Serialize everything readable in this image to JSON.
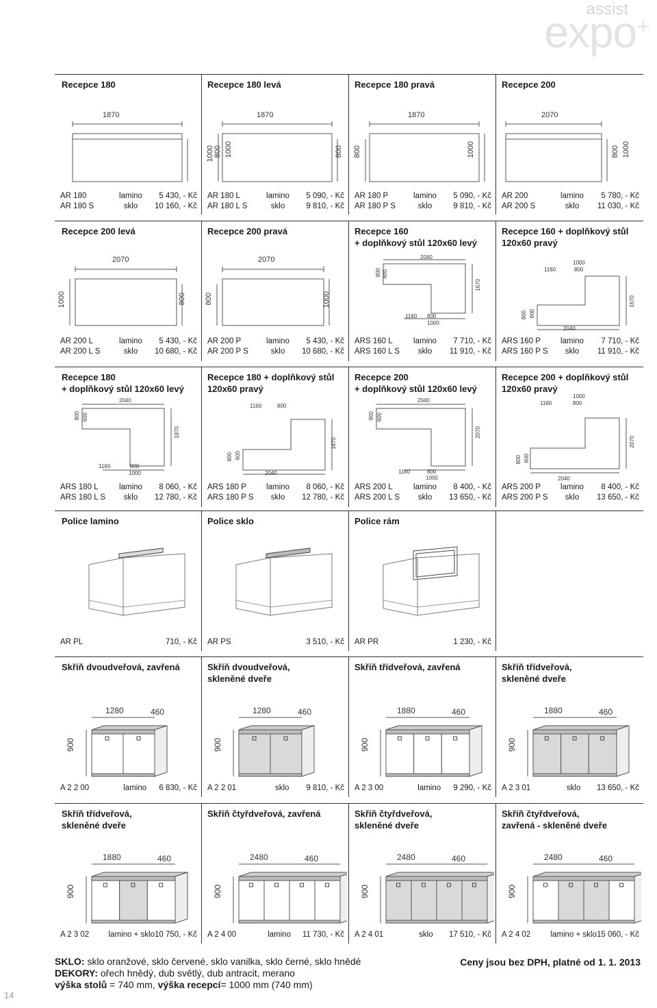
{
  "logo": {
    "assist": "assist",
    "expo": "expo",
    "plus": "+"
  },
  "row1": [
    {
      "title": "Recepce 180",
      "width": "1870",
      "h1": "800",
      "h2": "1000",
      "prices": [
        [
          "AR 180",
          "lamino",
          "5 430, - Kč"
        ],
        [
          "AR 180 S",
          "sklo",
          "10 160, - Kč"
        ]
      ]
    },
    {
      "title": "Recepce 180 levá",
      "width": "1870",
      "h1": "1000",
      "h2": "800",
      "prices": [
        [
          "AR 180 L",
          "lamino",
          "5 090, - Kč"
        ],
        [
          "AR 180 L S",
          "sklo",
          "9 810, - Kč"
        ]
      ]
    },
    {
      "title": "Recepce 180 pravá",
      "width": "1870",
      "h1": "800",
      "h2": "1000",
      "prices": [
        [
          "AR 180 P",
          "lamino",
          "5 090, - Kč"
        ],
        [
          "AR 180 P S",
          "sklo",
          "9 810, - Kč"
        ]
      ]
    },
    {
      "title": "Recepce 200",
      "width": "2070",
      "h1": "800",
      "h2": "1000",
      "prices": [
        [
          "AR 200",
          "lamino",
          "5 780, - Kč"
        ],
        [
          "AR 200 S",
          "sklo",
          "11 030, - Kč"
        ]
      ]
    }
  ],
  "row2": [
    {
      "title": "Recepce 200 levá",
      "width": "2070",
      "h1": "1000",
      "h2": "800",
      "prices": [
        [
          "AR 200 L",
          "lamino",
          "5 430, - Kč"
        ],
        [
          "AR 200 L S",
          "sklo",
          "10 680, - Kč"
        ]
      ]
    },
    {
      "title": "Recepce 200 pravá",
      "width": "2070",
      "h1": "800",
      "h2": "1000",
      "prices": [
        [
          "AR 200 P",
          "lamino",
          "5 430, - Kč"
        ],
        [
          "AR 200 P S",
          "sklo",
          "10 680, - Kč"
        ]
      ]
    },
    {
      "title": "Recepce 160\n+ doplňkový stůl 120x60 levý",
      "dims": [
        "2040",
        "800",
        "600",
        "1670",
        "1160",
        "800",
        "1000"
      ],
      "prices": [
        [
          "ARS 160 L",
          "lamino",
          "7 710, - Kč"
        ],
        [
          "ARS 160 L S",
          "sklo",
          "11 910, - Kč"
        ]
      ]
    },
    {
      "title": "Recepce 160 + doplňkový stůl\n120x60 pravý",
      "dims": [
        "1000",
        "1160",
        "800",
        "1670",
        "800",
        "600",
        "2040"
      ],
      "prices": [
        [
          "ARS 160 P",
          "lamino",
          "7 710, - Kč"
        ],
        [
          "ARS 160 P S",
          "sklo",
          "11 910, - Kč"
        ]
      ]
    }
  ],
  "row3": [
    {
      "title": "Recepce 180\n+ doplňkový stůl 120x60 levý",
      "dims": [
        "2040",
        "800",
        "600",
        "1870",
        "1160",
        "800",
        "1000"
      ],
      "prices": [
        [
          "ARS 180 L",
          "lamino",
          "8 060, - Kč"
        ],
        [
          "ARS 180 L S",
          "sklo",
          "12 780, - Kč"
        ]
      ]
    },
    {
      "title": "Recepce 180 + doplňkový stůl\n120x60 pravý",
      "dims": [
        "1160",
        "800",
        "1870",
        "800",
        "600",
        "2040"
      ],
      "prices": [
        [
          "ARS 180 P",
          "lamino",
          "8 060, - Kč"
        ],
        [
          "ARS 180 P S",
          "sklo",
          "12 780, - Kč"
        ]
      ]
    },
    {
      "title": "Recepce 200\n+ doplňkový stůl 120x60 levý",
      "dims": [
        "2040",
        "800",
        "600",
        "2070",
        "1160",
        "800",
        "1000"
      ],
      "prices": [
        [
          "ARS 200 L",
          "lamino",
          "8 400, - Kč"
        ],
        [
          "ARS 200 L S",
          "sklo",
          "13 650, - Kč"
        ]
      ]
    },
    {
      "title": "Recepce 200 + doplňkový stůl\n120x60 pravý",
      "dims": [
        "1000",
        "1160",
        "800",
        "2070",
        "800",
        "600",
        "2040"
      ],
      "prices": [
        [
          "ARS 200 P",
          "lamino",
          "8 400, - Kč"
        ],
        [
          "ARS 200 P S",
          "sklo",
          "13 650, - Kč"
        ]
      ]
    }
  ],
  "row4": [
    {
      "title": "Police lamino",
      "prices": [
        [
          "AR PL",
          "",
          "710, - Kč"
        ]
      ]
    },
    {
      "title": "Police sklo",
      "prices": [
        [
          "AR PS",
          "",
          "3 510, - Kč"
        ]
      ]
    },
    {
      "title": "Police rám",
      "prices": [
        [
          "AR PR",
          "",
          "1 230, - Kč"
        ]
      ]
    },
    {
      "title": "",
      "prices": []
    }
  ],
  "row5": [
    {
      "title": "Skříň dvoudveřová, zavřená",
      "w": "1280",
      "d": "460",
      "h": "900",
      "prices": [
        [
          "A 2 2 00",
          "lamino",
          "6 830, - Kč"
        ]
      ]
    },
    {
      "title": "Skříň dvoudveřová,\nskleněné dveře",
      "w": "1280",
      "d": "460",
      "h": "900",
      "prices": [
        [
          "A 2 2 01",
          "sklo",
          "9 810, - Kč"
        ]
      ]
    },
    {
      "title": "Skříň třídveřová, zavřená",
      "w": "1880",
      "d": "460",
      "h": "900",
      "prices": [
        [
          "A 2 3 00",
          "lamino",
          "9 290, - Kč"
        ]
      ]
    },
    {
      "title": "Skříň třídveřová,\nskleněné dveře",
      "w": "1880",
      "d": "460",
      "h": "900",
      "prices": [
        [
          "A 2 3 01",
          "sklo",
          "13 650, - Kč"
        ]
      ]
    }
  ],
  "row6": [
    {
      "title": "Skříň třídveřová,\nskleněné dveře",
      "w": "1880",
      "d": "460",
      "h": "900",
      "prices": [
        [
          "A 2 3 02",
          "lamino + sklo",
          "10 750, - Kč"
        ]
      ]
    },
    {
      "title": "Skříň čtyřdveřová, zavřená",
      "w": "2480",
      "d": "460",
      "h": "900",
      "prices": [
        [
          "A 2 4 00",
          "lamino",
          "11 730, - Kč"
        ]
      ]
    },
    {
      "title": "Skříň čtyřdveřová,\nskleněné dveře",
      "w": "2480",
      "d": "460",
      "h": "900",
      "prices": [
        [
          "A 2 4 01",
          "sklo",
          "17 510, - Kč"
        ]
      ]
    },
    {
      "title": "Skříň čtyřdveřová,\nzavřená - skleněné dveře",
      "w": "2480",
      "d": "460",
      "h": "900",
      "prices": [
        [
          "A 2 4 02",
          "lamino + sklo",
          "15 060, - Kč"
        ]
      ]
    }
  ],
  "footer": {
    "sklo_label": "SKLO:",
    "sklo_text": " sklo oranžové, sklo červené, sklo vanilka, sklo černé, sklo hnědé",
    "dekory_label": "DEKORY:",
    "dekory_text": " ořech hnědý, dub světlý, dub antracit, merano",
    "vyska_a": "výška stolů",
    "vyska_b": " = 740 mm, ",
    "vyska_c": "výška recepcí",
    "vyska_d": "= 1000 mm (740 mm)",
    "right": "Ceny jsou bez DPH, platné od 1. 1. 2013"
  },
  "page_number": "14"
}
